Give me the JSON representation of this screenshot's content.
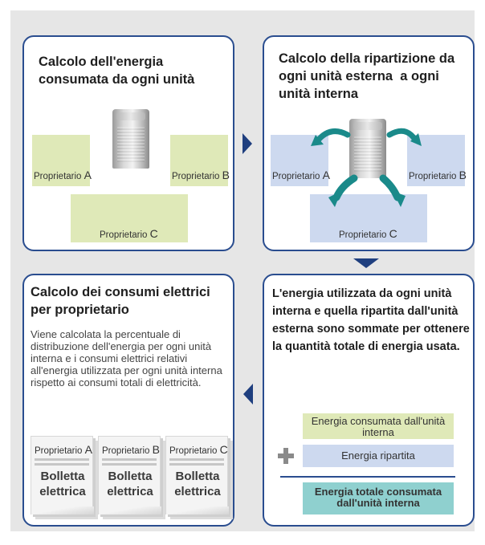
{
  "panel1": {
    "title": "Calcolo dell'energia consumata da ogni unità",
    "owner_a": "Proprietario ",
    "owner_a_letter": "A",
    "owner_b": "Proprietario ",
    "owner_b_letter": "B",
    "owner_c": "Proprietario ",
    "owner_c_letter": "C"
  },
  "panel2": {
    "title": "Calcolo della ripartizione da ogni unità esterna  a ogni unità interna",
    "owner_a": "Proprietario ",
    "owner_a_letter": "A",
    "owner_b": "Proprietario ",
    "owner_b_letter": "B",
    "owner_c": "Proprietario ",
    "owner_c_letter": "C"
  },
  "panel3": {
    "title": "Calcolo dei consumi elettrici per proprietario",
    "description": "Viene calcolata la percentuale di distribuzione dell'energia per ogni unità interna e i consumi elettrici relativi all'energia utilizzata per ogni unità interna rispetto ai consumi totali di elettricità.",
    "bills": [
      {
        "owner": "Proprietario ",
        "letter": "A",
        "label": "Bolletta elettrica"
      },
      {
        "owner": "Proprietario ",
        "letter": "B",
        "label": "Bolletta elettrica"
      },
      {
        "owner": "Proprietario ",
        "letter": "C",
        "label": "Bolletta elettrica"
      }
    ]
  },
  "panel4": {
    "title": "L'energia utilizzata da ogni unità interna e quella ripartita dall'unità esterna sono sommate per ottenere la quantità totale di energia usata.",
    "consumed": "Energia consumata dall'unità interna",
    "distributed": "Energia ripartita",
    "total": "Energia totale consumata dall'unità interna"
  },
  "colors": {
    "border": "#2a4d8f",
    "arrow": "#1f3f7f",
    "green_box": "#dfe9b8",
    "blue_box": "#cdd9ef",
    "teal_arrow": "#1a8a8a",
    "total_box": "#8fd0cf"
  }
}
